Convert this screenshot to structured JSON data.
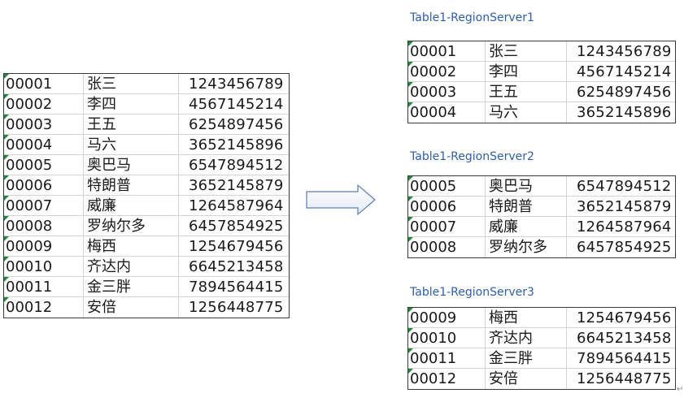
{
  "main_table": {
    "rows": [
      [
        "00001",
        "张三",
        "1243456789"
      ],
      [
        "00002",
        "李四",
        "4567145214"
      ],
      [
        "00003",
        "王五",
        "6254897456"
      ],
      [
        "00004",
        "马六",
        "3652145896"
      ],
      [
        "00005",
        "奥巴马",
        "6547894512"
      ],
      [
        "00006",
        "特朗普",
        "3652145879"
      ],
      [
        "00007",
        "威廉",
        "1264587964"
      ],
      [
        "00008",
        "罗纳尔多",
        "6457854925"
      ],
      [
        "00009",
        "梅西",
        "1254679456"
      ],
      [
        "00010",
        "齐达内",
        "6645213458"
      ],
      [
        "00011",
        "金三胖",
        "7894564415"
      ],
      [
        "00012",
        "安倍",
        "1256448775"
      ]
    ]
  },
  "region_servers": [
    {
      "title": "Table1-RegionServer1",
      "rows": [
        [
          "00001",
          "张三",
          "1243456789"
        ],
        [
          "00002",
          "李四",
          "4567145214"
        ],
        [
          "00003",
          "王五",
          "6254897456"
        ],
        [
          "00004",
          "马六",
          "3652145896"
        ]
      ]
    },
    {
      "title": "Table1-RegionServer2",
      "rows": [
        [
          "00005",
          "奥巴马",
          "6547894512"
        ],
        [
          "00006",
          "特朗普",
          "3652145879"
        ],
        [
          "00007",
          "威廉",
          "1264587964"
        ],
        [
          "00008",
          "罗纳尔多",
          "6457854925"
        ]
      ]
    },
    {
      "title": "Table1-RegionServer3",
      "rows": [
        [
          "00009",
          "梅西",
          "1254679456"
        ],
        [
          "00010",
          "齐达内",
          "6645213458"
        ],
        [
          "00011",
          "金三胖",
          "7894564415"
        ],
        [
          "00012",
          "安倍",
          "1256448775"
        ]
      ]
    }
  ],
  "arrow_icon": "right-arrow-icon",
  "colors": {
    "title": "#2e5fae",
    "arrow_stroke": "#5b7fb8",
    "cell_marker": "#1f8a3a",
    "border": "#3a3a3a"
  }
}
